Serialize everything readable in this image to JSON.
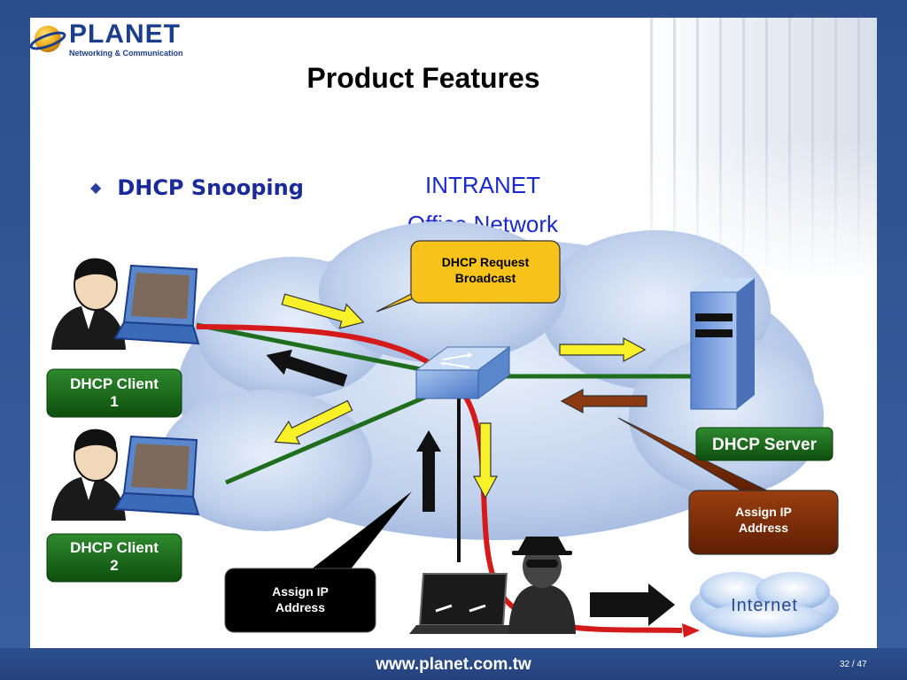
{
  "slide": {
    "title": "Product Features",
    "logo_text": "PLANET",
    "logo_subtext": "Networking & Communication",
    "bullet_text": "DHCP Snooping",
    "headline_line1": "INTRANET",
    "headline_line2": "Office Network",
    "footer_url": "www.planet.com.tw",
    "page_number": "32 /  47"
  },
  "diagram": {
    "callouts": {
      "request": "DHCP Request\nBroadcast",
      "assign_server": "Assign IP\nAddress",
      "assign_rogue": "Assign IP\nAddress"
    },
    "labels": {
      "client1": "DHCP Client\n1",
      "client2": "DHCP Client\n2",
      "server": "DHCP Server",
      "internet": "Internet"
    },
    "colors": {
      "cloud": "#b9cbea",
      "green_link": "#1e6e1e",
      "red_path": "#d41a1a",
      "yellow_arrow": "#f8f028",
      "brown_arrow": "#8a3a10",
      "callout_yellow": "#f7c21a",
      "label_green": "#1a6e1a",
      "label_brown": "#7a2a05"
    }
  }
}
